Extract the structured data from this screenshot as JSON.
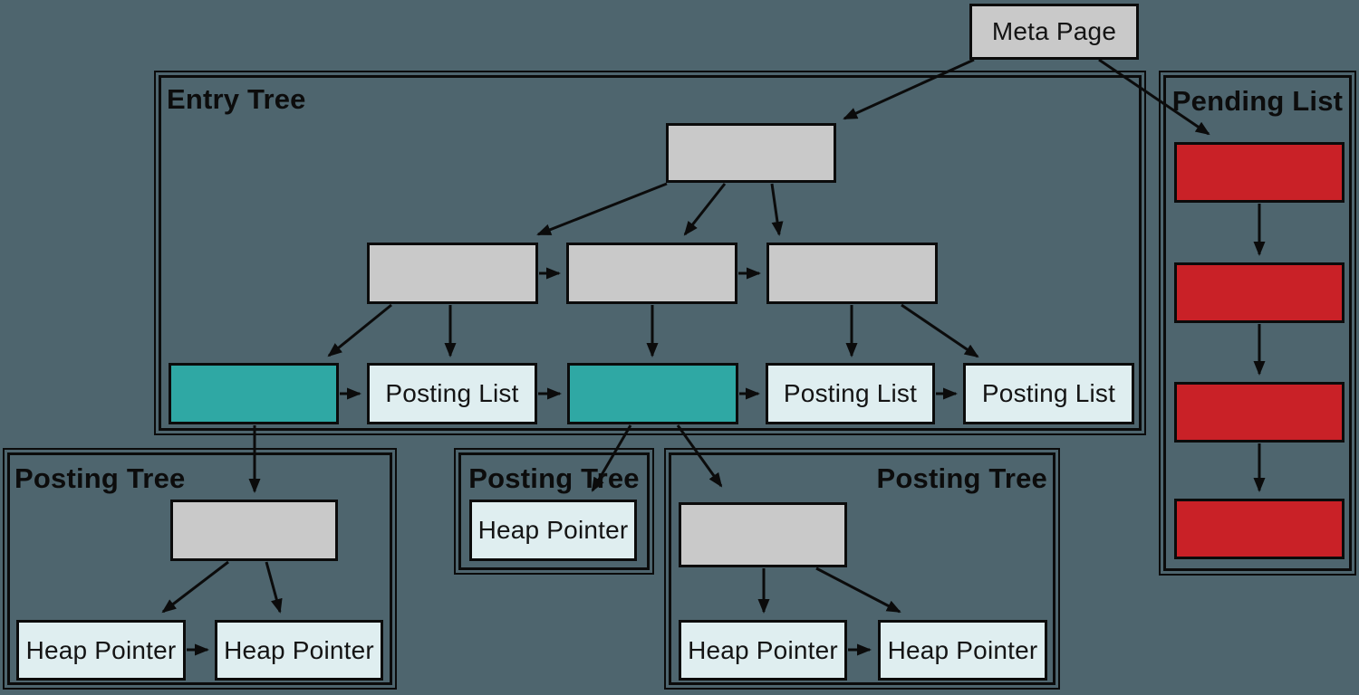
{
  "meta_page": {
    "label": "Meta Page"
  },
  "entry_tree": {
    "label": "Entry Tree",
    "leaf_posting_lists": [
      "Posting List",
      "Posting List",
      "Posting List"
    ]
  },
  "posting_trees": [
    {
      "label": "Posting Tree",
      "heap_pointers": [
        "Heap Pointer",
        "Heap Pointer"
      ]
    },
    {
      "label": "Posting Tree",
      "heap_pointers": [
        "Heap Pointer"
      ]
    },
    {
      "label": "Posting Tree",
      "heap_pointers": [
        "Heap Pointer",
        "Heap Pointer"
      ]
    }
  ],
  "pending_list": {
    "label": "Pending List",
    "page_count": 4
  },
  "colors": {
    "background": "#4e656e",
    "node_gray": "#c9c9c9",
    "node_teal": "#2fa8a4",
    "node_light": "#dfeef0",
    "node_red": "#c92127",
    "line": "#0b0b0b"
  },
  "edges": [
    "meta-page -> entry-root-page",
    "meta-page -> pending-page-1",
    "entry-root-page -> entry-internal-page-1",
    "entry-root-page -> entry-internal-page-2",
    "entry-root-page -> entry-internal-page-3",
    "entry-internal-page-1 -> entry-leaf-teal-1",
    "entry-internal-page-1 -> posting-list-1",
    "entry-internal-page-2 -> entry-leaf-teal-2",
    "entry-internal-page-3 -> posting-list-2",
    "entry-internal-page-3 -> posting-list-3",
    "entry-internal-page-1 -> entry-internal-page-2",
    "entry-internal-page-2 -> entry-internal-page-3",
    "entry-leaf-teal-1 -> posting-list-1",
    "posting-list-1 -> entry-leaf-teal-2",
    "entry-leaf-teal-2 -> posting-list-2",
    "posting-list-2 -> posting-list-3",
    "entry-leaf-teal-1 -> posting-tree-1-root",
    "entry-leaf-teal-2 -> posting-tree-2-heap-pointer",
    "entry-leaf-teal-2 -> posting-tree-3-root",
    "posting-tree-1-root -> posting-tree-1-heap-pointer-1",
    "posting-tree-1-root -> posting-tree-1-heap-pointer-2",
    "posting-tree-1-heap-pointer-1 -> posting-tree-1-heap-pointer-2",
    "posting-tree-3-root -> posting-tree-3-heap-pointer-1",
    "posting-tree-3-root -> posting-tree-3-heap-pointer-2",
    "posting-tree-3-heap-pointer-1 -> posting-tree-3-heap-pointer-2",
    "pending-page-1 -> pending-page-2",
    "pending-page-2 -> pending-page-3",
    "pending-page-3 -> pending-page-4"
  ]
}
